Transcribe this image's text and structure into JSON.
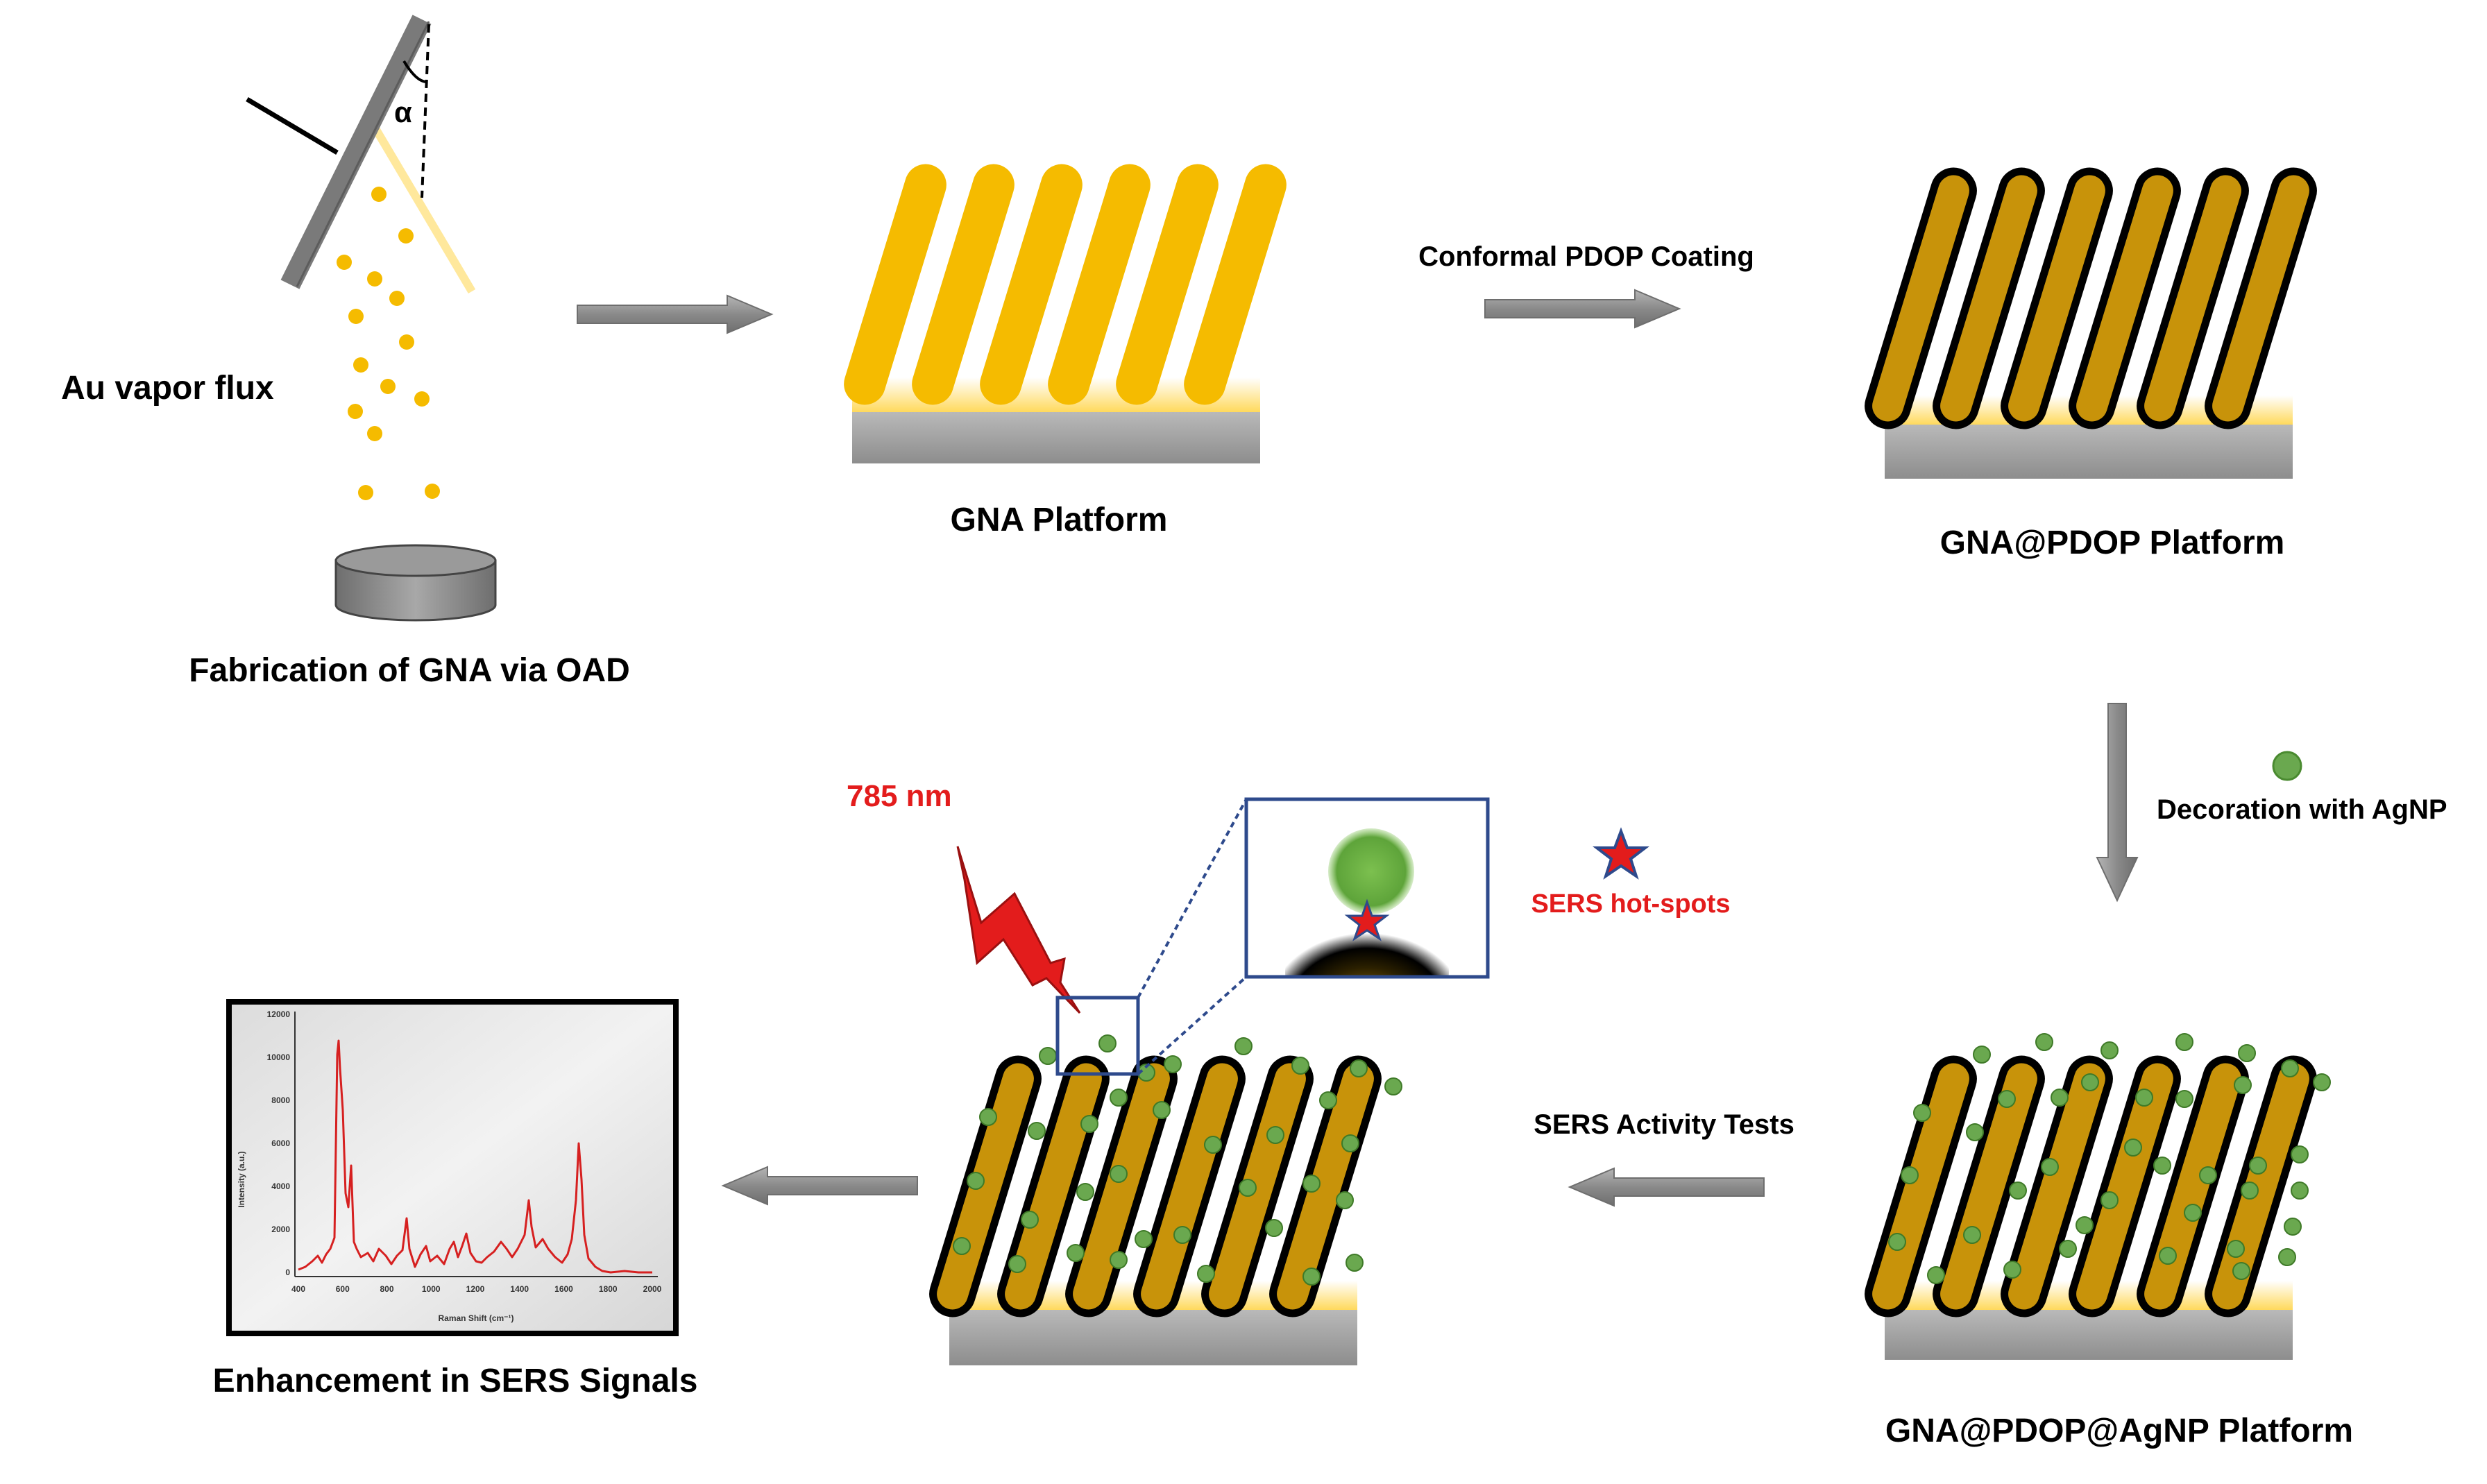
{
  "labels": {
    "au_vapor_flux": "Au vapor flux",
    "alpha": "α",
    "fabrication": "Fabrication of GNA via OAD",
    "gna_platform": "GNA Platform",
    "pdop_coating": "Conformal PDOP Coating",
    "gna_pdop_platform": "GNA@PDOP Platform",
    "decoration": "Decoration with  AgNP",
    "gna_pdop_agnp_platform": "GNA@PDOP@AgNP  Platform",
    "sers_activity": "SERS Activity Tests",
    "laser": "785 nm",
    "hot_spots": "SERS hot-spots",
    "enhancement": "Enhancement in SERS Signals"
  },
  "spectrum": {
    "ylabel": "Intensity (a.u.)",
    "xlabel": "Raman Shift (cm⁻¹)",
    "y_ticks": [
      "12000",
      "10000",
      "8000",
      "6000",
      "4000",
      "2000",
      "0"
    ],
    "x_ticks": [
      "400",
      "600",
      "800",
      "1000",
      "1200",
      "1400",
      "1600",
      "1800",
      "2000"
    ]
  },
  "colors": {
    "gold": "#f5bb00",
    "gold_dark": "#c8930a",
    "substrate": "#a6a6a6",
    "arrow": "#8c8c8c",
    "agnp_green": "#6aa84f",
    "laser_red": "#e31c1c",
    "zoom_box": "#2e4a8c",
    "spectrum_line": "#d62020"
  },
  "icons": [
    "substrate-holder-icon",
    "crucible-icon",
    "lightning-bolt-icon",
    "star-icon",
    "agnp-dot-icon",
    "arrow-right-icon",
    "arrow-left-icon",
    "arrow-down-icon"
  ]
}
